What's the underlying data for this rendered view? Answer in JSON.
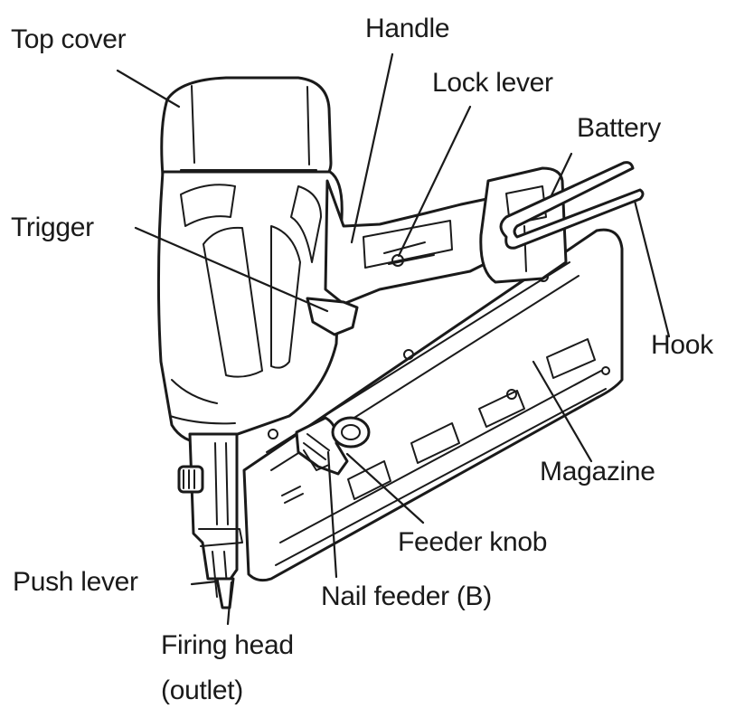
{
  "labels": {
    "top_cover": "Top cover",
    "handle": "Handle",
    "lock_lever": "Lock lever",
    "battery": "Battery",
    "trigger": "Trigger",
    "hook": "Hook",
    "magazine": "Magazine",
    "feeder_knob": "Feeder knob",
    "push_lever": "Push lever",
    "nail_feeder_b": "Nail feeder (B)",
    "firing_head_line1": "Firing head",
    "firing_head_line2": "(outlet)"
  }
}
